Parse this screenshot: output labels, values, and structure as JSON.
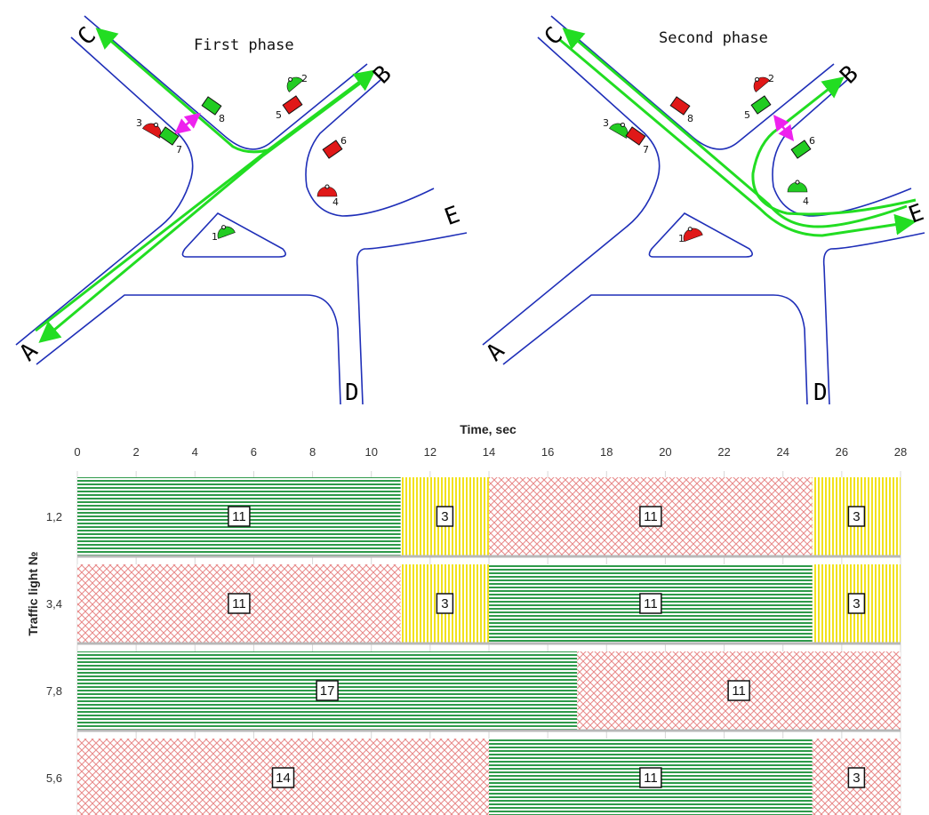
{
  "diagram": {
    "left_title": "First phase",
    "right_title": "Second phase",
    "road_labels": [
      "A",
      "B",
      "C",
      "D",
      "E"
    ],
    "lights": [
      "1",
      "2",
      "3",
      "4",
      "5",
      "6",
      "7",
      "8"
    ],
    "colors": {
      "road": "#1f2fb8",
      "route": "#22dd22",
      "arrow_magenta": "#ee22ee",
      "green": "#22cc22",
      "red": "#e01818"
    },
    "phase1": {
      "lamps": {
        "1": "green",
        "2": "green",
        "3": "red",
        "4": "red"
      },
      "boxes": {
        "5": "red",
        "6": "red",
        "7": "green",
        "8": "green"
      }
    },
    "phase2": {
      "lamps": {
        "1": "red",
        "2": "red",
        "3": "green",
        "4": "green"
      },
      "boxes": {
        "5": "green",
        "6": "green",
        "7": "red",
        "8": "red"
      }
    }
  },
  "chart_data": {
    "type": "gantt",
    "xlabel": "Time, sec",
    "ylabel": "Traffic light №",
    "xlim": [
      0,
      28
    ],
    "xticks": [
      0,
      2,
      4,
      6,
      8,
      10,
      12,
      14,
      16,
      18,
      20,
      22,
      24,
      26,
      28
    ],
    "rows": [
      {
        "label": "1,2",
        "segments": [
          {
            "start": 0,
            "end": 11,
            "state": "green",
            "value": "11"
          },
          {
            "start": 11,
            "end": 14,
            "state": "yellow",
            "value": "3"
          },
          {
            "start": 14,
            "end": 25,
            "state": "red",
            "value": "11"
          },
          {
            "start": 25,
            "end": 28,
            "state": "yellow",
            "value": "3"
          }
        ]
      },
      {
        "label": "3,4",
        "segments": [
          {
            "start": 0,
            "end": 11,
            "state": "red",
            "value": "11"
          },
          {
            "start": 11,
            "end": 14,
            "state": "yellow",
            "value": "3"
          },
          {
            "start": 14,
            "end": 25,
            "state": "green",
            "value": "11"
          },
          {
            "start": 25,
            "end": 28,
            "state": "yellow",
            "value": "3"
          }
        ]
      },
      {
        "label": "7,8",
        "segments": [
          {
            "start": 0,
            "end": 17,
            "state": "green",
            "value": "17"
          },
          {
            "start": 17,
            "end": 28,
            "state": "red",
            "value": "11"
          }
        ]
      },
      {
        "label": "5,6",
        "segments": [
          {
            "start": 0,
            "end": 14,
            "state": "red",
            "value": "14"
          },
          {
            "start": 14,
            "end": 25,
            "state": "green",
            "value": "11"
          },
          {
            "start": 25,
            "end": 28,
            "state": "red",
            "value": "3"
          }
        ]
      }
    ]
  }
}
